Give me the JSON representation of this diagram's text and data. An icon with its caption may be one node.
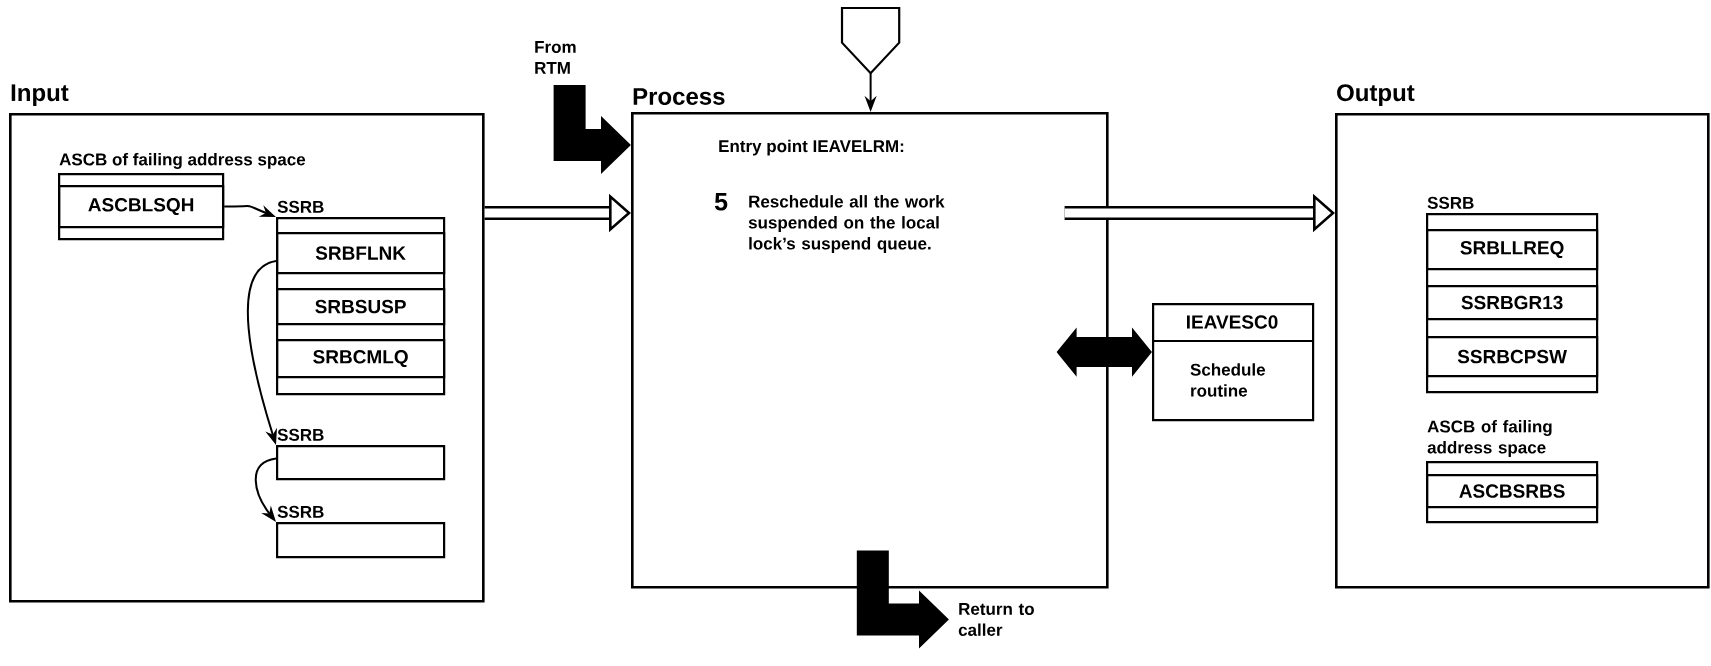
{
  "diagram": {
    "nodes": [
      {
        "text": [
          "Input"
        ]
      },
      {
        "text": [
          "ASCB of failing address space"
        ],
        "in": 0
      },
      {
        "text": [
          "ASCBLSQH"
        ],
        "in": 1
      },
      {
        "text": [
          "SSRB"
        ],
        "in": 0
      },
      {
        "text": [
          "SRBFLNK"
        ],
        "in": 3
      },
      {
        "text": [
          "SRBSUSP"
        ],
        "in": 3
      },
      {
        "text": [
          "SRBCMLQ"
        ],
        "in": 3
      },
      {
        "text": [
          "SSRB"
        ],
        "in": 0
      },
      {
        "text": [
          "SSRB"
        ],
        "in": 0
      },
      {
        "text": [
          "Process",
          "Entry point IEAVELRM:",
          "5",
          "Reschedule all the work suspended on the local lock’s suspend queue."
        ]
      },
      {
        "text": [
          "Output"
        ]
      },
      {
        "text": [
          "SSRB"
        ],
        "in": 10
      },
      {
        "text": [
          "SRBLLREQ"
        ],
        "in": 11
      },
      {
        "text": [
          "SSRBGR13"
        ],
        "in": 11
      },
      {
        "text": [
          "SSRBCPSW"
        ],
        "in": 11
      },
      {
        "text": [
          "ASCB of failing address space"
        ],
        "in": 10
      },
      {
        "text": [
          "ASCBSRBS"
        ],
        "in": 15
      },
      {
        "text": [
          "IEAVESC0",
          "Schedule routine"
        ]
      },
      {
        "text": [],
        "shape": "pentagon"
      },
      {
        "text": [
          "From RTM"
        ]
      },
      {
        "text": [
          "Return to caller"
        ]
      }
    ],
    "edges": [
      {
        "from": 2,
        "to": 3,
        "arrow": "to"
      },
      {
        "from": 4,
        "to": 7,
        "arrow": "to"
      },
      {
        "from": 7,
        "to": 8,
        "arrow": "to"
      },
      {
        "from": 0,
        "to": 9,
        "arrow": "to"
      },
      {
        "from": 19,
        "to": 9,
        "arrow": "to",
        "style": "thick",
        "color": "#000000"
      },
      {
        "from": 18,
        "to": 9,
        "arrow": "to"
      },
      {
        "from": 9,
        "to": 17,
        "arrow": "both",
        "style": "thick",
        "color": "#000000"
      },
      {
        "from": 9,
        "to": 10,
        "arrow": "to"
      },
      {
        "from": 9,
        "to": 20,
        "arrow": "to",
        "style": "thick",
        "color": "#000000"
      }
    ]
  }
}
